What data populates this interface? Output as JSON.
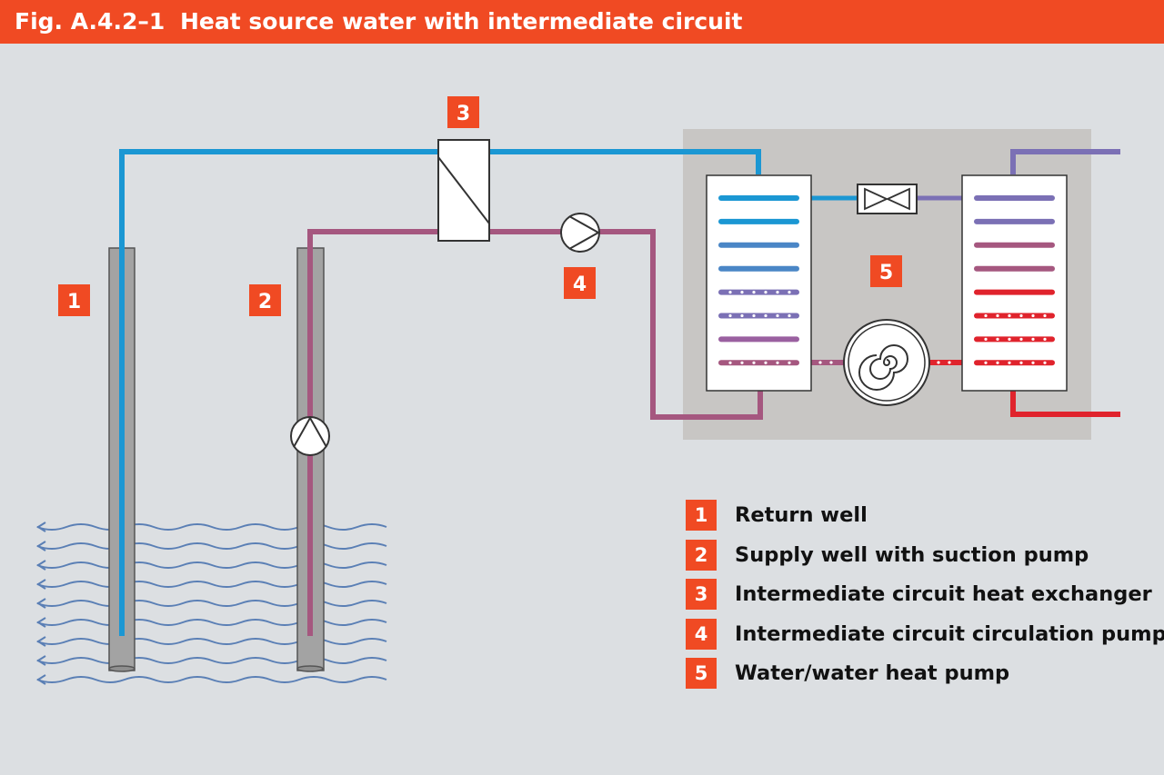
{
  "figure": {
    "number": "Fig. A.4.2–1",
    "title": "Heat source water with intermediate circuit"
  },
  "colors": {
    "accent": "#f04a23",
    "background": "#dcdfe2",
    "cold_blue": "#1b97d3",
    "return_mauve": "#a5577f",
    "warm_red": "#e0232c",
    "violet": "#7b70b5",
    "groundwater_wave": "#5a7fb5",
    "heat_pump_box": "#c8c6c4"
  },
  "labels": {
    "return_well": "1",
    "supply_well": "2",
    "heat_exchanger": "3",
    "circulation_pump": "4",
    "heat_pump": "5"
  },
  "legend": [
    {
      "number": "1",
      "label": "Return well"
    },
    {
      "number": "2",
      "label": "Supply well with suction pump"
    },
    {
      "number": "3",
      "label": "Intermediate circuit heat exchanger"
    },
    {
      "number": "4",
      "label": "Intermediate circuit circulation pump"
    },
    {
      "number": "5",
      "label": "Water/water heat pump"
    }
  ]
}
